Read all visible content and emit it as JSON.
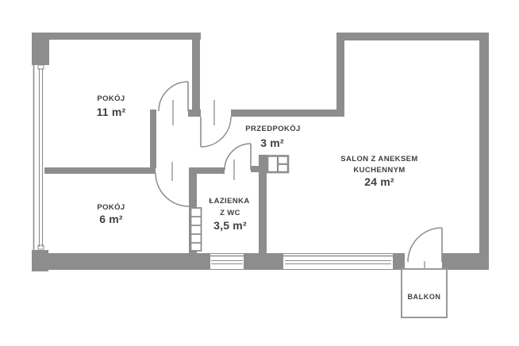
{
  "plan": {
    "type": "apartment-floor-plan",
    "rooms": {
      "pokoj11": {
        "name": "POKÓJ",
        "area": "11 m²"
      },
      "pokoj6": {
        "name": "POKÓJ",
        "area": "6 m²"
      },
      "przedpokoj": {
        "name": "PRZEDPOKÓJ",
        "area": "3 m²"
      },
      "lazienka": {
        "line1": "ŁAZIENKA",
        "line2": "Z WC",
        "area": "3,5 m²"
      },
      "salon": {
        "line1": "SALON Z ANEKSEM",
        "line2": "KUCHENNYM",
        "area": "24 m²"
      },
      "balkon": {
        "name": "BALKON"
      }
    },
    "colors": {
      "wall": "#8d8d8d",
      "text": "#3f3f3f",
      "background": "#ffffff",
      "balcony_outline": "#9a9a9a"
    }
  }
}
